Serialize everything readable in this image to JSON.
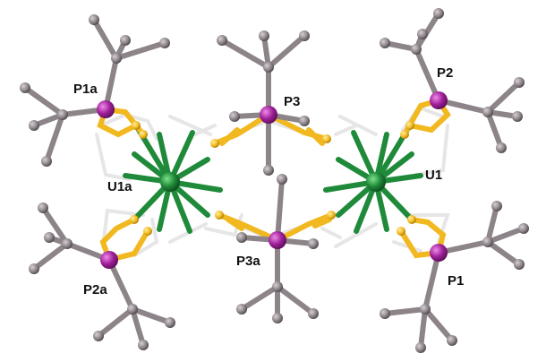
{
  "labels": {
    "p1a": "P1a",
    "p2": "P2",
    "p3": "P3",
    "u1a": "U1a",
    "u1": "U1",
    "p2a": "P2a",
    "p3a": "P3a",
    "p1": "P1"
  },
  "colors": {
    "uranium": "#1f8a3a",
    "phosphorus": "#a0209a",
    "sulfur": "#f2b820",
    "carbon": "#8c8488",
    "hydrogen": "#e8e8e8",
    "label": "#111111"
  }
}
